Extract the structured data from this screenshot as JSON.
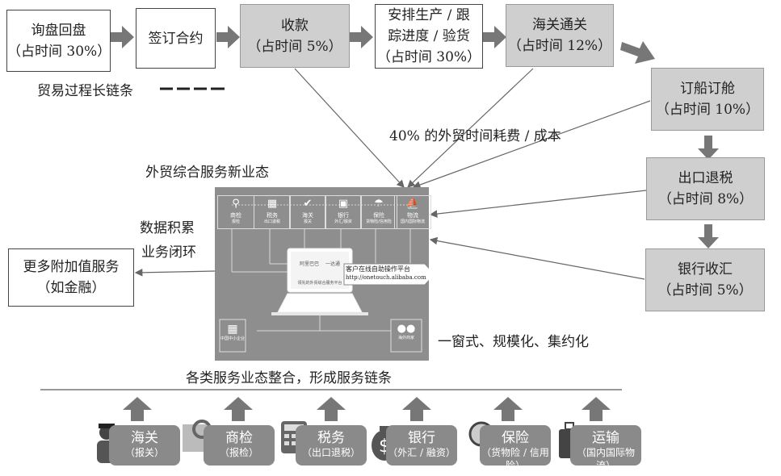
{
  "process_chain": [
    {
      "name": "询盘回盘",
      "share": "（占时间 30%）"
    },
    {
      "name": "签订合约",
      "share": ""
    },
    {
      "name": "收款",
      "share": "（占时间 5%）"
    },
    {
      "name": "安排生产 / 跟踪进度 / 验货",
      "line1": "安排生产 / 跟",
      "line2": "踪进度 / 验货",
      "share": "（占时间 30%）"
    },
    {
      "name": "海关通关",
      "share": "（占时间 12%）"
    },
    {
      "name": "订船订舱",
      "share": "（占时间 10%）"
    },
    {
      "name": "出口退税",
      "share": "（占时间 8%）"
    },
    {
      "name": "银行收汇",
      "share": "（占时间 5%）"
    }
  ],
  "chain_caption": "贸易过程长链条",
  "cost_caption": "40% 的外贸时间耗费 / 成本",
  "platform_title": "外贸综合服务新业态",
  "loop_caption_1": "数据积累",
  "loop_caption_2": "业务闭环",
  "value_added": {
    "line1": "更多附加值服务",
    "line2": "（如金融）"
  },
  "one_stop": "一窗式、规模化、集约化",
  "integration": "各类服务业态整合，形成服务链条",
  "platform": {
    "services": [
      {
        "name": "商检",
        "sub": "报检",
        "icon": "search-icon"
      },
      {
        "name": "税务",
        "sub": "出口退税",
        "icon": "calculator-icon"
      },
      {
        "name": "海关",
        "sub": "报关",
        "icon": "customs-icon"
      },
      {
        "name": "银行",
        "sub": "外汇/融资",
        "icon": "card-icon"
      },
      {
        "name": "保险",
        "sub": "货物险/信用险",
        "icon": "umbrella-icon"
      },
      {
        "name": "物流",
        "sub": "国内国际物流",
        "icon": "ship-icon"
      }
    ],
    "laptop_brand": "阿里巴巴",
    "laptop_tag": "一达通",
    "laptop_slogan": "领先的外贸综合服务平台",
    "callout_1": "客户在线自助操作平台",
    "callout_2": "http://onetouch.alibaba.com",
    "sme_label": "中国中小企业",
    "buyer_label": "海外商家"
  },
  "categories": [
    {
      "name": "海关",
      "sub": "（报关）",
      "icon": "customs-officer-icon"
    },
    {
      "name": "商检",
      "sub": "（报检）",
      "icon": "inspection-icon"
    },
    {
      "name": "税务",
      "sub": "（出口退税）",
      "icon": "calculator-icon"
    },
    {
      "name": "银行",
      "sub": "（外汇 / 融资）",
      "icon": "dollar-icon"
    },
    {
      "name": "保险",
      "sub": "（货物险 / 信用险）",
      "icon": "insurance-icon"
    },
    {
      "name": "运输",
      "sub": "（国内国际物流）",
      "icon": "luggage-icon"
    }
  ]
}
